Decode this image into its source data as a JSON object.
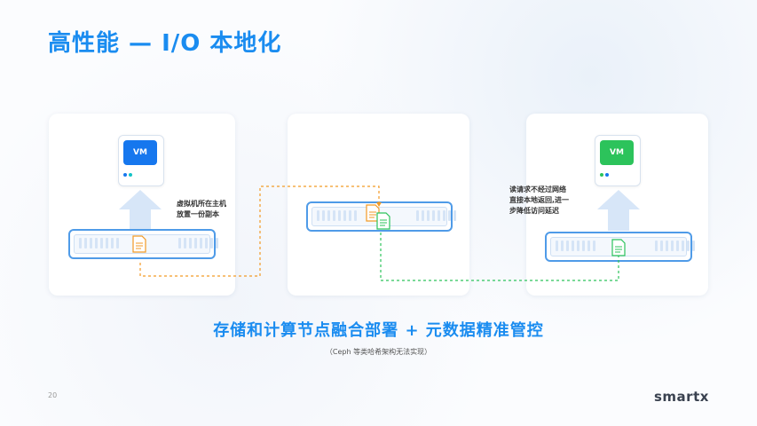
{
  "title": "高性能 — I/O 本地化",
  "nodes": [
    {
      "vm_label": "VM",
      "annotation": [
        "虚拟机所在主机",
        "放置一份副本"
      ]
    },
    {
      "vm_label": ""
    },
    {
      "vm_label": "VM",
      "annotation": [
        "读请求不经过网络",
        "直接本地返回,进一",
        "步降低访问延迟"
      ]
    }
  ],
  "tagline": "存储和计算节点融合部署 + 元数据精准管控",
  "note": "（Ceph 等类哈希架构无法实现）",
  "page_number": "20",
  "logo": "smartx",
  "colors": {
    "accent": "#1a8cf0",
    "orange_path": "#f29a25",
    "green_path": "#2cc35b",
    "server_border": "#4f9be8"
  },
  "icons": [
    "vm-icon",
    "server-icon",
    "document-icon",
    "up-arrow-icon"
  ]
}
